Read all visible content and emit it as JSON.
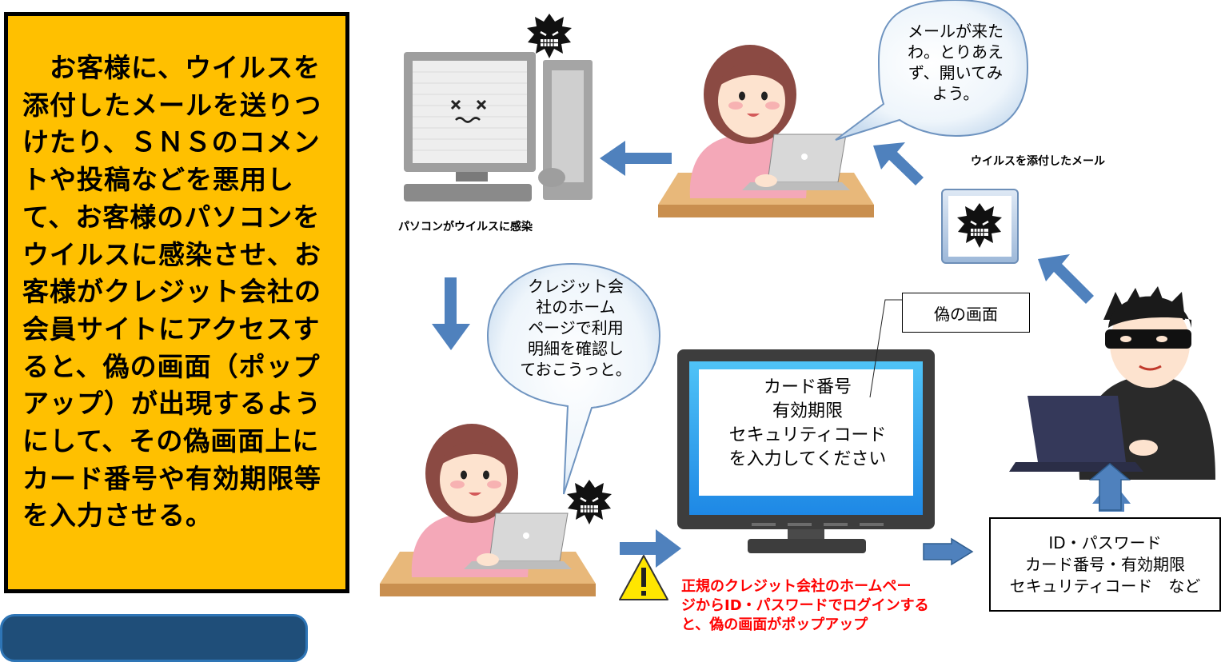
{
  "explain": {
    "text": "　お客様に、ウイルスを添付したメールを送りつけたり、ＳＮＳのコメントや投稿などを悪用して、お客様のパソコンをウイルスに感染させ、お客様がクレジット会社の会員サイトにアクセスすると、偽の画面（ポップアップ）が出現するようにして、その偽画面上にカード番号や有効期限等を入力させる。"
  },
  "labels": {
    "pc_infected": "パソコンがウイルスに感染",
    "virus_mail": "ウイルスを添付したメール",
    "fake_screen": "偽の画面"
  },
  "bubbles": {
    "top": "メールが来た\nわ。とりあえ\nず、開いてみ\nよう。",
    "left": "クレジット会\n社のホーム\nページで利用\n明細を確認し\nておこうっと。"
  },
  "monitor": {
    "text": "カード番号\n有効期限\nセキュリティコード\nを入力してください"
  },
  "info_box": {
    "text": "ID・パスワード\nカード番号・有効期限\nセキュリティコード　など"
  },
  "warning": {
    "text": "正規のクレジット会社のホームペー\nジからID・パスワードでログインする\nと、偽の画面がポップアップ"
  },
  "colors": {
    "explain_bg": "#FFC000",
    "arrow_blue": "#4F81BD",
    "warning_red": "#FF0000",
    "tab_navy": "#1F4E79"
  }
}
